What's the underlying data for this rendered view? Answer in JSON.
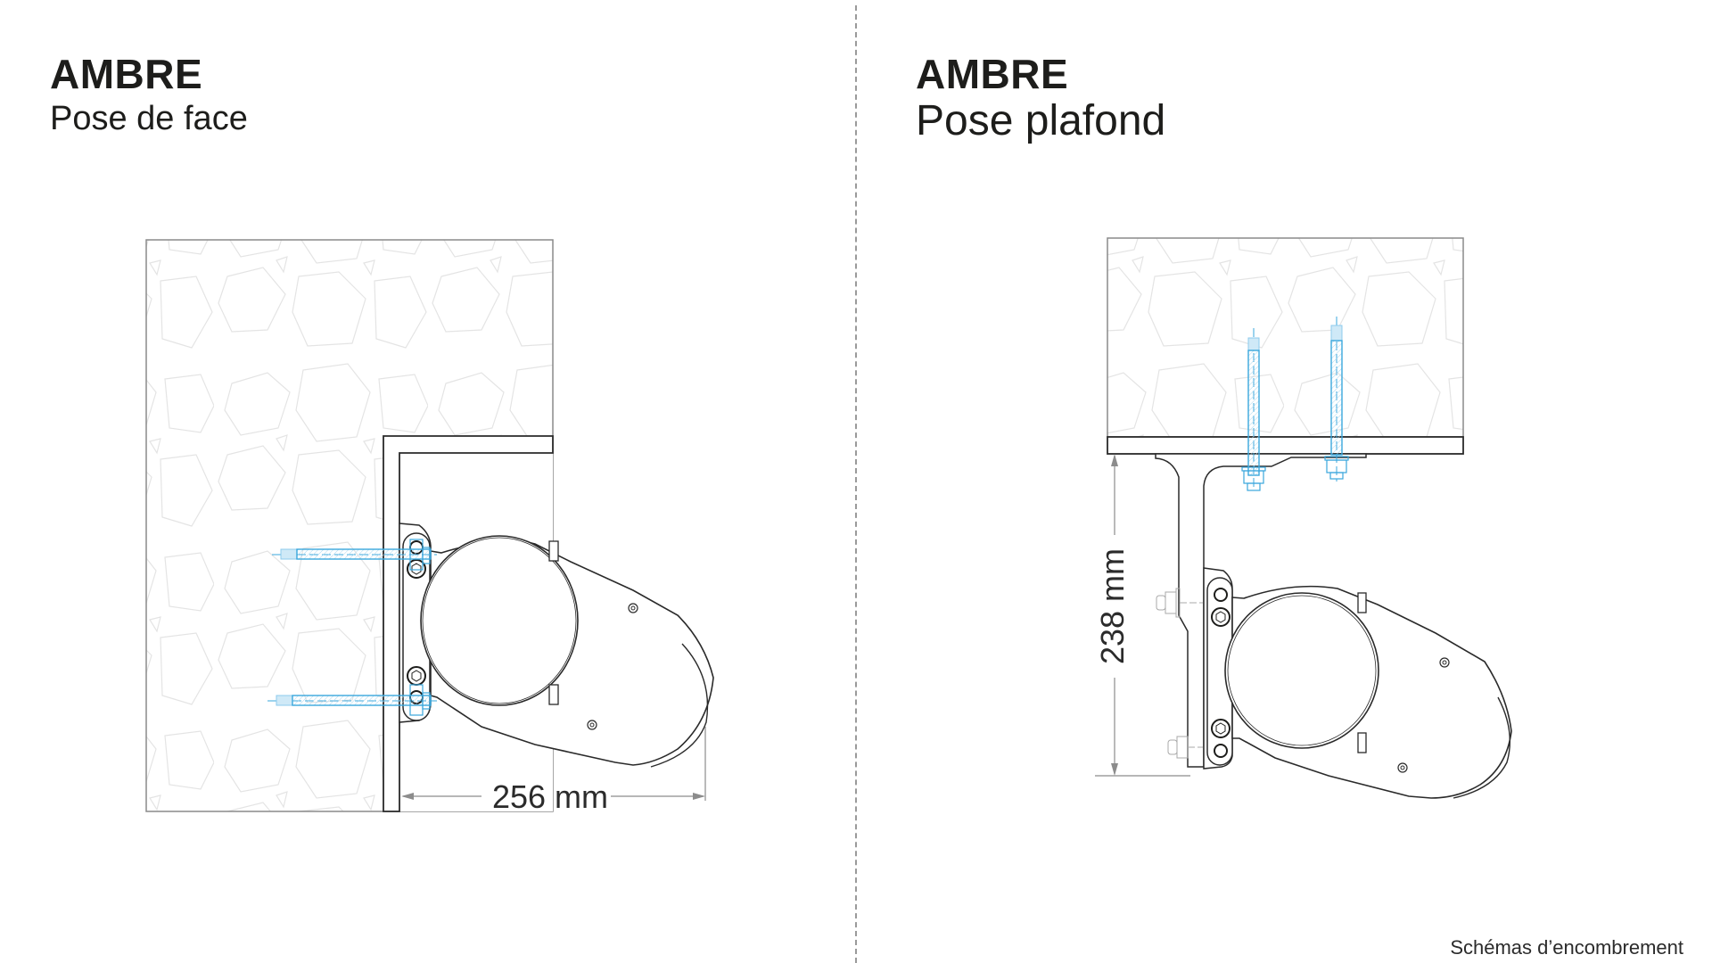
{
  "panels": [
    {
      "title": "AMBRE",
      "subtitle": "Pose de face",
      "dimension": {
        "value": "256 mm",
        "orientation": "horizontal"
      },
      "mount": "wall"
    },
    {
      "title": "AMBRE",
      "subtitle": "Pose plafond",
      "dimension": {
        "value": "238 mm",
        "orientation": "vertical"
      },
      "mount": "ceiling"
    }
  ],
  "footnote": "Schémas d’encombrement",
  "colors": {
    "ink": "#1d1d1b",
    "outline": "#2a2a2a",
    "wall_border": "#8a8a8a",
    "stone_texture": "#e6e6e6",
    "bolt_blue": "#3aa7dd",
    "bolt_fill": "#cfe9f7",
    "dimension_gray": "#8c8c8c",
    "divider_gray": "#9a9a9a"
  }
}
